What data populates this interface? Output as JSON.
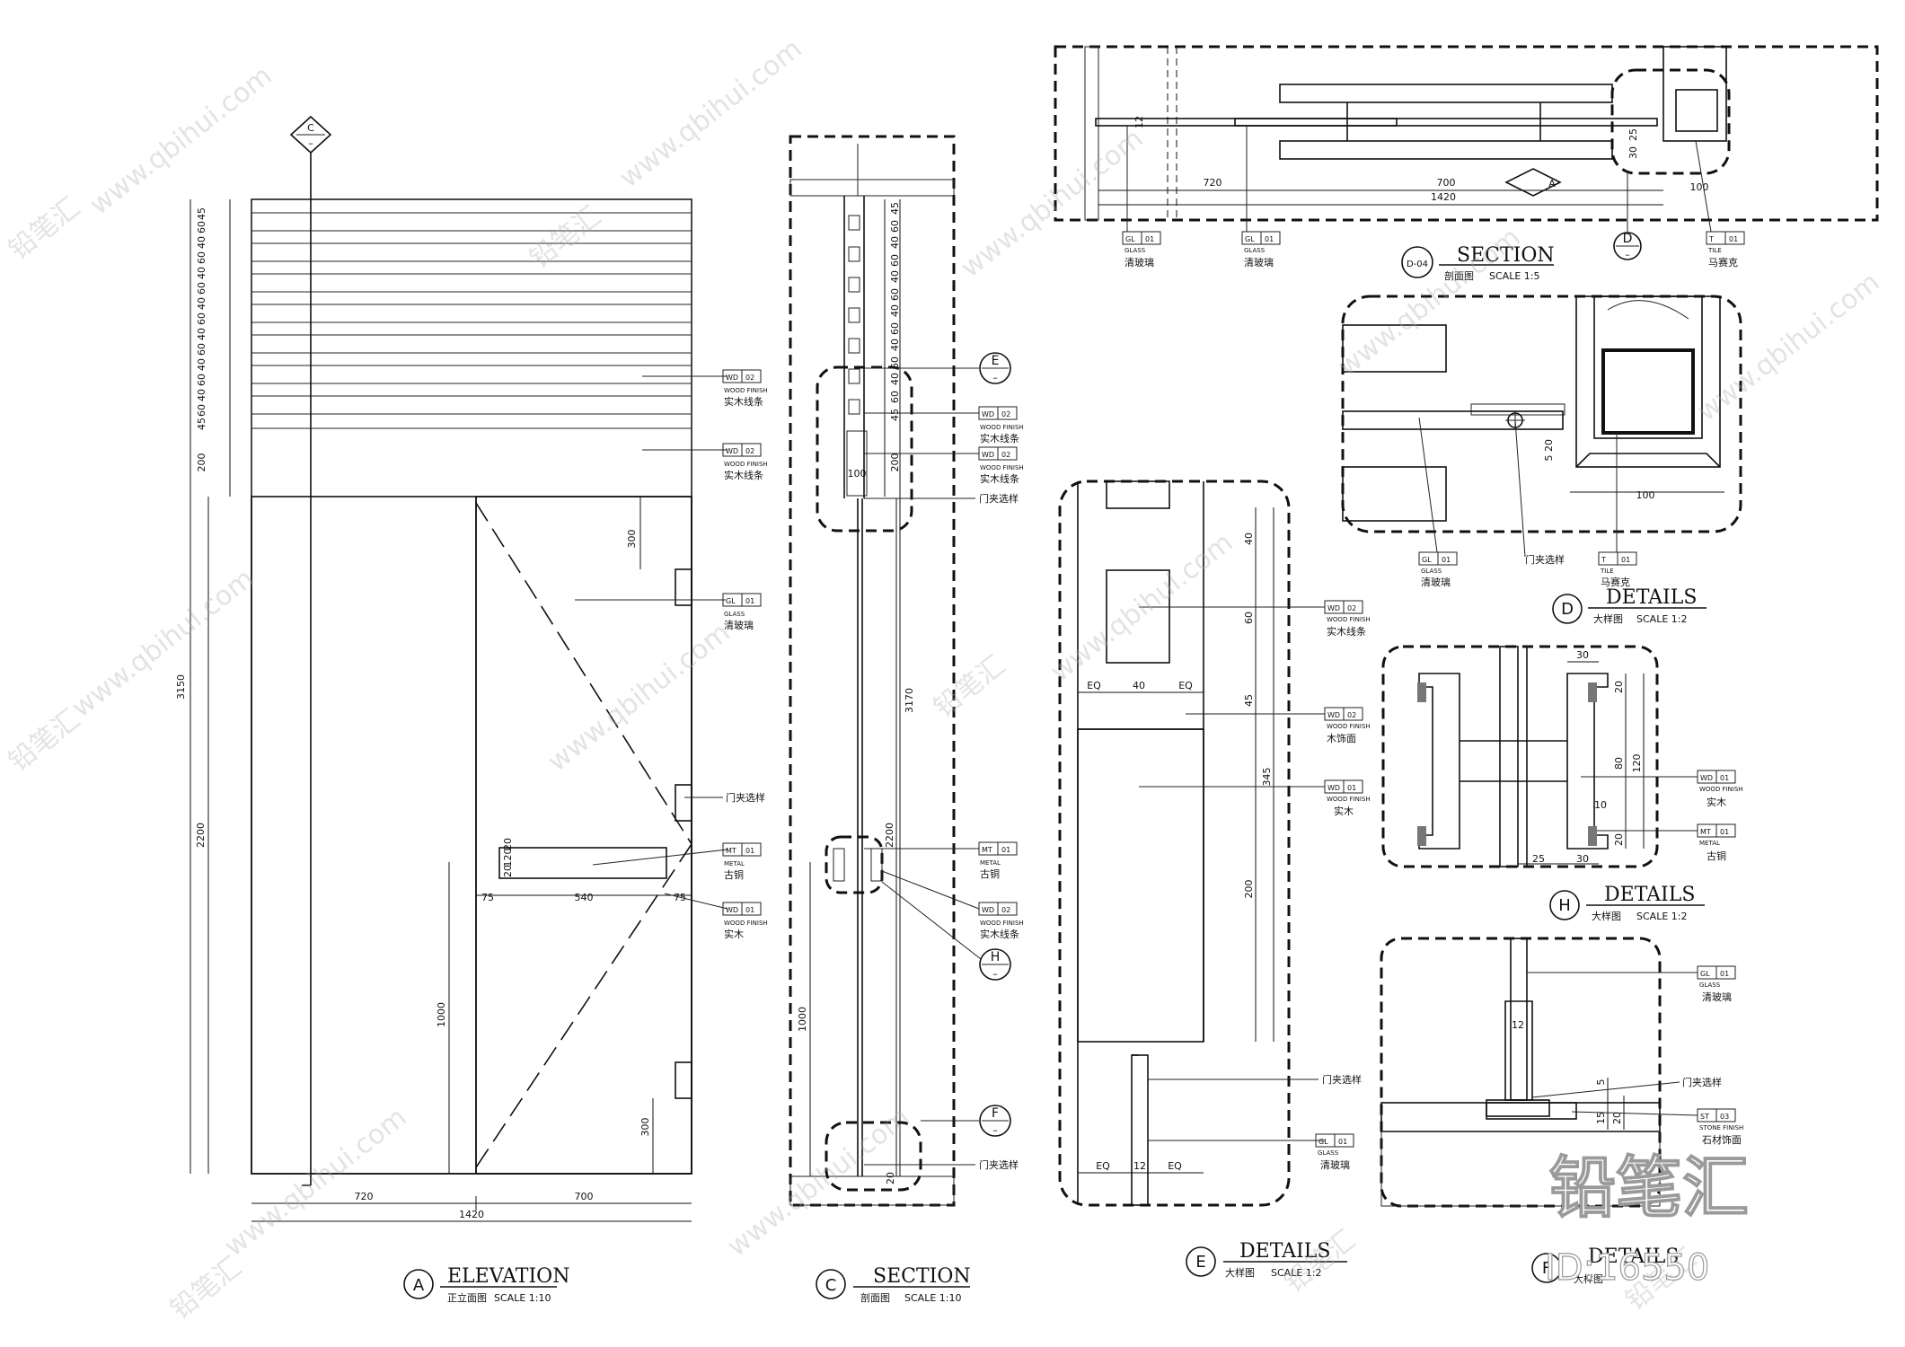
{
  "views": {
    "a": {
      "letter": "A",
      "title": "ELEVATION",
      "subtitle": "正立面图",
      "scale": "SCALE  1:10"
    },
    "c": {
      "letter": "C",
      "title": "SECTION",
      "subtitle": "剖面图",
      "scale": "SCALE  1:10"
    },
    "d04": {
      "letter": "D-04",
      "title": "SECTION",
      "subtitle": "剖面图",
      "scale": "SCALE  1:5"
    },
    "d": {
      "letter": "D",
      "title": "DETAILS",
      "subtitle": "大样图",
      "scale": "SCALE  1:2"
    },
    "h": {
      "letter": "H",
      "title": "DETAILS",
      "subtitle": "大样图",
      "scale": "SCALE  1:2"
    },
    "e": {
      "letter": "E",
      "title": "DETAILS",
      "subtitle": "大样图",
      "scale": "SCALE  1:2"
    },
    "f": {
      "letter": "F",
      "title": "DETAILS",
      "subtitle": "大样图"
    }
  },
  "markers": {
    "c": "C",
    "e": "E",
    "f": "F",
    "h": "H",
    "a": "A",
    "d": "D"
  },
  "elevation": {
    "left_dims": [
      "45",
      "60",
      "40",
      "60",
      "40",
      "60",
      "40",
      "60",
      "40",
      "60",
      "40",
      "60",
      "40",
      "60",
      "45",
      "200"
    ],
    "dim_300_top": "300",
    "dim_3150": "3150",
    "dim_2200": "2200",
    "dim_1000": "1000",
    "dim_300_bot": "300",
    "dim_720": "720",
    "dim_700": "700",
    "dim_1420": "1420",
    "dim_75a": "75",
    "dim_540": "540",
    "dim_75b": "75",
    "dim_20a": "20",
    "dim_120": "120",
    "dim_20b": "20",
    "door_label": "门夹选样",
    "tags": [
      {
        "code": "WD",
        "num": "02",
        "en": "WOOD FINISH",
        "cn": "实木线条"
      },
      {
        "code": "WD",
        "num": "02",
        "en": "WOOD FINISH",
        "cn": "实木线条"
      },
      {
        "code": "GL",
        "num": "01",
        "en": "GLASS",
        "cn": "清玻璃"
      },
      {
        "code": "MT",
        "num": "01",
        "en": "METAL",
        "cn": "古铜"
      },
      {
        "code": "WD",
        "num": "01",
        "en": "WOOD FINISH",
        "cn": "实木"
      }
    ]
  },
  "section_c": {
    "right_dims": [
      "45",
      "60",
      "40",
      "60",
      "40",
      "60",
      "40",
      "60",
      "40",
      "60",
      "40",
      "60",
      "45",
      "200"
    ],
    "dim_100": "100",
    "dim_3170": "3170",
    "dim_2200": "2200",
    "dim_1000": "1000",
    "dim_20": "20",
    "door_label_top": "门夹选样",
    "door_label_bot": "门夹选样",
    "tags": [
      {
        "code": "WD",
        "num": "02",
        "en": "WOOD FINISH",
        "cn": "实木线条"
      },
      {
        "code": "WD",
        "num": "02",
        "en": "WOOD FINISH",
        "cn": "实木线条"
      },
      {
        "code": "MT",
        "num": "01",
        "en": "METAL",
        "cn": "古铜"
      },
      {
        "code": "WD",
        "num": "02",
        "en": "WOOD FINISH",
        "cn": "实木线条"
      }
    ]
  },
  "section_d04": {
    "dim_720": "720",
    "dim_700": "700",
    "dim_1420": "1420",
    "dim_100": "100",
    "dim_12": "12",
    "dim_30": "30",
    "dim_25": "25",
    "tags": [
      {
        "code": "GL",
        "num": "01",
        "en": "GLASS",
        "cn": "清玻璃"
      },
      {
        "code": "GL",
        "num": "01",
        "en": "GLASS",
        "cn": "清玻璃"
      },
      {
        "code": "T",
        "num": "01",
        "en": "TILE",
        "cn": "马赛克"
      }
    ]
  },
  "detail_d": {
    "dim_100": "100",
    "dim_5": "5",
    "dim_20": "20",
    "door_label": "门夹选样",
    "tags": [
      {
        "code": "GL",
        "num": "01",
        "en": "GLASS",
        "cn": "清玻璃"
      },
      {
        "code": "T",
        "num": "01",
        "en": "TILE",
        "cn": "马赛克"
      }
    ]
  },
  "detail_h": {
    "dim_30a": "30",
    "dim_20a": "20",
    "dim_80": "80",
    "dim_120": "120",
    "dim_10": "10",
    "dim_20b": "20",
    "dim_25": "25",
    "dim_30b": "30",
    "tags": [
      {
        "code": "WD",
        "num": "01",
        "en": "WOOD FINISH",
        "cn": "实木"
      },
      {
        "code": "MT",
        "num": "01",
        "en": "METAL",
        "cn": "古铜"
      }
    ]
  },
  "detail_e": {
    "dim_40v": "40",
    "dim_60": "60",
    "dim_45": "45",
    "dim_345": "345",
    "dim_200": "200",
    "dim_eq1": "EQ",
    "dim_40h": "40",
    "dim_eq2": "EQ",
    "dim_eq3": "EQ",
    "dim_12": "12",
    "dim_eq4": "EQ",
    "door_label": "门夹选样",
    "tags": [
      {
        "code": "WD",
        "num": "02",
        "en": "WOOD FINISH",
        "cn": "实木线条"
      },
      {
        "code": "WD",
        "num": "02",
        "en": "WOOD FINISH",
        "cn": "木饰面"
      },
      {
        "code": "WD",
        "num": "01",
        "en": "WOOD FINISH",
        "cn": "实木"
      },
      {
        "code": "GL",
        "num": "01",
        "en": "GLASS",
        "cn": "清玻璃"
      }
    ]
  },
  "detail_f": {
    "dim_12": "12",
    "dim_5": "5",
    "dim_15": "15",
    "dim_20": "20",
    "door_label": "门夹选样",
    "tags": [
      {
        "code": "GL",
        "num": "01",
        "en": "GLASS",
        "cn": "清玻璃"
      },
      {
        "code": "ST",
        "num": "03",
        "en": "STONE FINISH",
        "cn": "石材饰面"
      }
    ]
  },
  "watermark": {
    "brand": "铅笔汇",
    "url": "www.qbihui.com",
    "id_text": "ID:16550"
  }
}
